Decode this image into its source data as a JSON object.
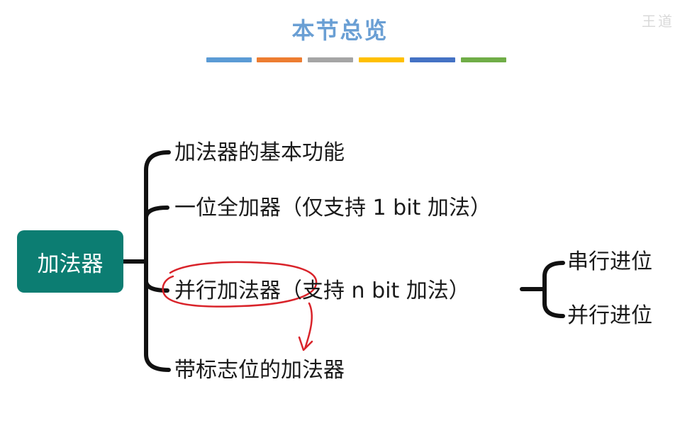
{
  "title": "本节总览",
  "watermark": "王道",
  "color_bars": [
    "#5b9bd5",
    "#ed7d31",
    "#a5a5a5",
    "#ffc000",
    "#4472c4",
    "#70ad47"
  ],
  "root": {
    "label": "加法器"
  },
  "branches": [
    {
      "label": "加法器的基本功能"
    },
    {
      "label": "一位全加器（仅支持 1 bit 加法）"
    },
    {
      "label": "并行加法器（支持 n bit 加法）",
      "children": [
        "串行进位",
        "并行进位"
      ]
    },
    {
      "label": "带标志位的加法器"
    }
  ],
  "colors": {
    "title": "#6a9fd4",
    "root_fill": "#0c7d72",
    "connector": "#111111",
    "annotation": "#d9232a"
  }
}
